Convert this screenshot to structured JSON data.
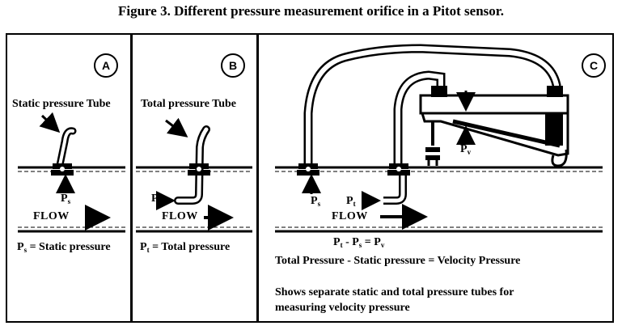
{
  "title": "Figure 3. Different pressure measurement orifice in a Pitot sensor.",
  "panels": {
    "a": {
      "badge": "A",
      "tube_label": "Static pressure Tube",
      "ps_main": "P",
      "ps_sub": "s",
      "flow": "FLOW",
      "caption_main": "P",
      "caption_sub": "s",
      "caption_rest": "= Static pressure"
    },
    "b": {
      "badge": "B",
      "tube_label": "Total pressure Tube",
      "pt_main": "P",
      "pt_sub": "t",
      "flow": "FLOW",
      "caption_main": "P",
      "caption_sub": "t",
      "caption_rest": "= Total pressure"
    },
    "c": {
      "badge": "C",
      "pv_main": "P",
      "pv_sub": "v",
      "ps_main": "P",
      "ps_sub": "s",
      "pt_main": "P",
      "pt_sub": "t",
      "flow": "FLOW",
      "eq_p1": "P",
      "eq_s1": "t",
      "eq_m": " - P",
      "eq_s2": "s",
      "eq_e": " = P",
      "eq_s3": "v",
      "equation_text": "Total Pressure - Static pressure = Velocity Pressure",
      "desc_line1": "Shows separate static and total pressure tubes for",
      "desc_line2": "measuring velocity pressure"
    }
  }
}
